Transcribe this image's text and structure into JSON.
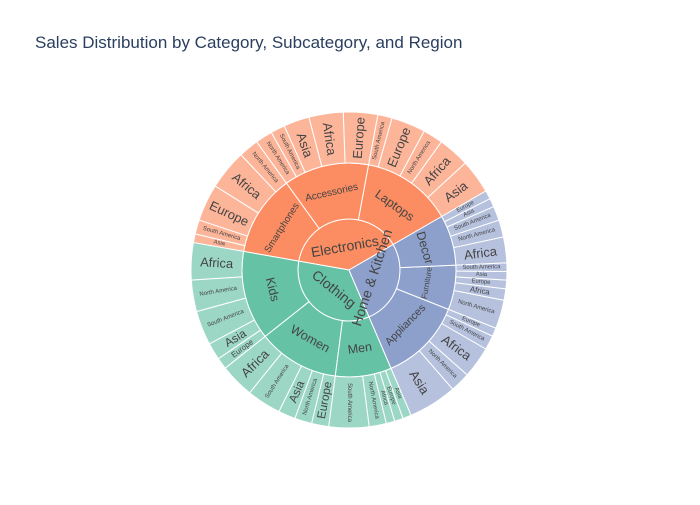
{
  "chart_data": {
    "type": "sunburst",
    "title": "Sales Distribution by Category, Subcategory, and Region",
    "palette": {
      "Electronics": "#fc8d62",
      "Clothing": "#66c2a5",
      "Home & Kitchen": "#8da0cb"
    },
    "root": [
      {
        "name": "Electronics",
        "children": [
          {
            "name": "Laptops",
            "children": [
              {
                "name": "Asia",
                "value": 12
              },
              {
                "name": "Africa",
                "value": 11
              },
              {
                "name": "North America",
                "value": 7
              },
              {
                "name": "Europe",
                "value": 12
              },
              {
                "name": "South America",
                "value": 5
              }
            ]
          },
          {
            "name": "Accessories",
            "children": [
              {
                "name": "Europe",
                "value": 12
              },
              {
                "name": "Africa",
                "value": 12
              },
              {
                "name": "Asia",
                "value": 9
              },
              {
                "name": "South America",
                "value": 5
              },
              {
                "name": "North America",
                "value": 6
              }
            ]
          },
          {
            "name": "Smartphones",
            "children": [
              {
                "name": "North America",
                "value": 7
              },
              {
                "name": "Africa",
                "value": 14
              },
              {
                "name": "Europe",
                "value": 13
              },
              {
                "name": "South America",
                "value": 5
              },
              {
                "name": "Asia",
                "value": 3
              }
            ]
          }
        ]
      },
      {
        "name": "Clothing",
        "children": [
          {
            "name": "Kids",
            "children": [
              {
                "name": "Africa",
                "value": 13
              },
              {
                "name": "North America",
                "value": 11
              },
              {
                "name": "South America",
                "value": 12
              },
              {
                "name": "Asia",
                "value": 6
              },
              {
                "name": "Europe",
                "value": 4
              }
            ]
          },
          {
            "name": "Women",
            "children": [
              {
                "name": "Africa",
                "value": 12
              },
              {
                "name": "South America",
                "value": 12
              },
              {
                "name": "Asia",
                "value": 6
              },
              {
                "name": "North America",
                "value": 6
              },
              {
                "name": "Europe",
                "value": 6
              }
            ]
          },
          {
            "name": "Men",
            "children": [
              {
                "name": "South America",
                "value": 14
              },
              {
                "name": "North America",
                "value": 6
              },
              {
                "name": "Africa",
                "value": 3
              },
              {
                "name": "Europe",
                "value": 3
              },
              {
                "name": "Asia",
                "value": 3
              }
            ]
          }
        ]
      },
      {
        "name": "Home & Kitchen",
        "children": [
          {
            "name": "Appliances",
            "children": [
              {
                "name": "Asia",
                "value": 17
              },
              {
                "name": "North America",
                "value": 7
              },
              {
                "name": "Africa",
                "value": 11
              },
              {
                "name": "South America",
                "value": 5
              },
              {
                "name": "Europe",
                "value": 3
              }
            ]
          },
          {
            "name": "Furniture",
            "children": [
              {
                "name": "North America",
                "value": 10
              },
              {
                "name": "Africa",
                "value": 4
              },
              {
                "name": "Europe",
                "value": 3
              },
              {
                "name": "Asia",
                "value": 3
              },
              {
                "name": "South America",
                "value": 3
              }
            ]
          },
          {
            "name": "Decor",
            "children": [
              {
                "name": "Africa",
                "value": 9
              },
              {
                "name": "North America",
                "value": 6
              },
              {
                "name": "South America",
                "value": 5
              },
              {
                "name": "Asia",
                "value": 3
              },
              {
                "name": "Europe",
                "value": 3
              }
            ]
          }
        ]
      }
    ]
  }
}
